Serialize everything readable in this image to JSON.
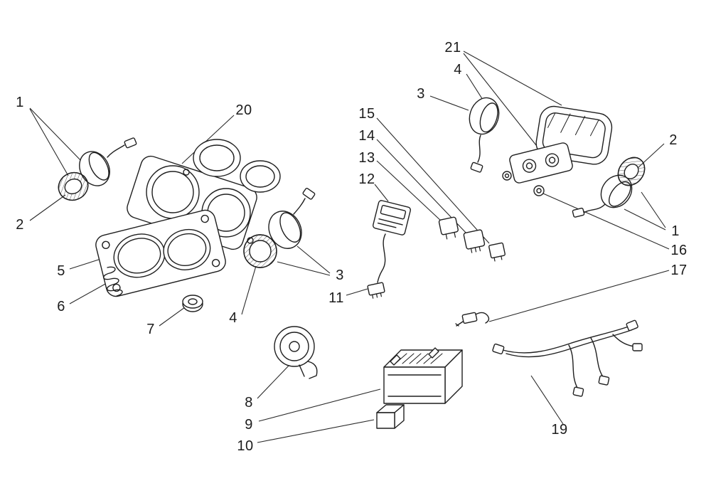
{
  "figure": {
    "type": "exploded-parts-diagram",
    "background_color": "#ffffff",
    "line_color": "#1f1f1f"
  },
  "callouts": [
    {
      "label": "1",
      "part": "turn-signal-front-left"
    },
    {
      "label": "2",
      "part": "turn-signal-front-left-lens"
    },
    {
      "label": "20",
      "part": "headlight-housing"
    },
    {
      "label": "5",
      "part": "headlight-gasket"
    },
    {
      "label": "6",
      "part": "spring"
    },
    {
      "label": "7",
      "part": "grommet"
    },
    {
      "label": "3",
      "part": "turn-signal-front-right-body"
    },
    {
      "label": "4",
      "part": "turn-signal-front-right-lens"
    },
    {
      "label": "8",
      "part": "horn"
    },
    {
      "label": "9",
      "part": "battery"
    },
    {
      "label": "10",
      "part": "fuse"
    },
    {
      "label": "11",
      "part": "connector-plug"
    },
    {
      "label": "12",
      "part": "cdi-unit"
    },
    {
      "label": "13",
      "part": "relay-small"
    },
    {
      "label": "14",
      "part": "flasher-relay"
    },
    {
      "label": "15",
      "part": "diode"
    },
    {
      "label": "3",
      "part": "turn-signal-rear-left-body"
    },
    {
      "label": "4",
      "part": "turn-signal-rear-left-lens"
    },
    {
      "label": "21",
      "part": "tail-light"
    },
    {
      "label": "2",
      "part": "turn-signal-rear-right-lens"
    },
    {
      "label": "1",
      "part": "turn-signal-rear-right"
    },
    {
      "label": "16",
      "part": "tail-light-grommet"
    },
    {
      "label": "17",
      "part": "brake-light-switch"
    },
    {
      "label": "19",
      "part": "wiring-harness"
    }
  ]
}
